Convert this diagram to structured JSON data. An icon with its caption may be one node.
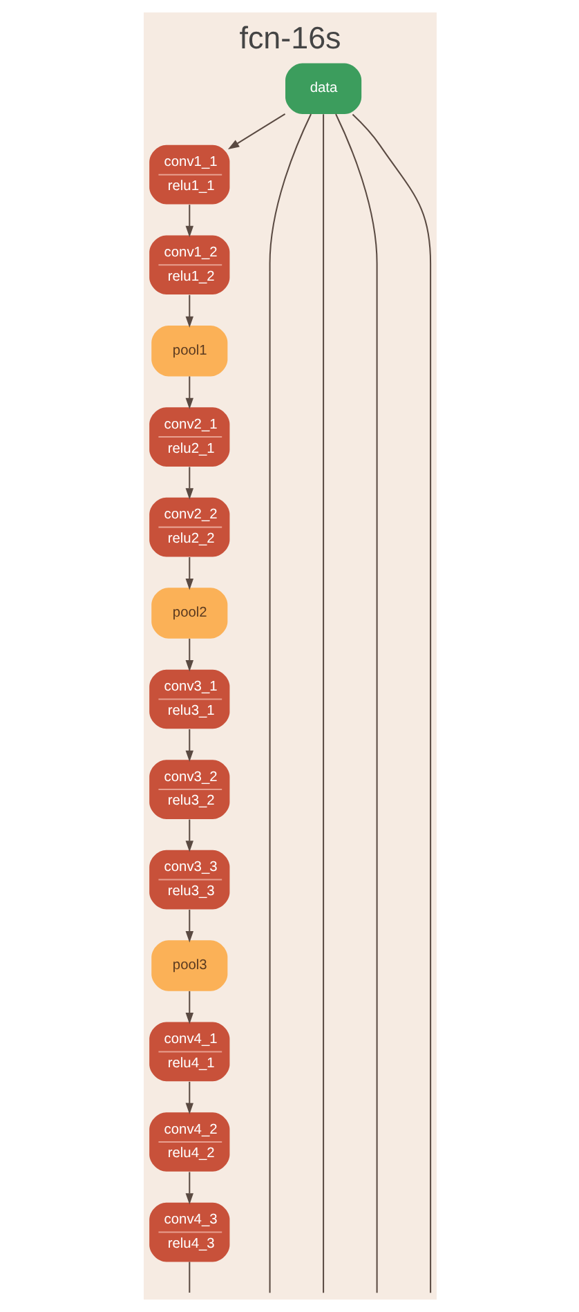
{
  "diagram": {
    "title": "fcn-16s",
    "nodes": [
      {
        "text": [
          "data"
        ]
      },
      {
        "text": [
          "conv1_1",
          "relu1_1"
        ]
      },
      {
        "text": [
          "conv1_2",
          "relu1_2"
        ]
      },
      {
        "text": [
          "pool1"
        ]
      },
      {
        "text": [
          "conv2_1",
          "relu2_1"
        ]
      },
      {
        "text": [
          "conv2_2",
          "relu2_2"
        ]
      },
      {
        "text": [
          "pool2"
        ]
      },
      {
        "text": [
          "conv3_1",
          "relu3_1"
        ]
      },
      {
        "text": [
          "conv3_2",
          "relu3_2"
        ]
      },
      {
        "text": [
          "conv3_3",
          "relu3_3"
        ]
      },
      {
        "text": [
          "pool3"
        ]
      },
      {
        "text": [
          "conv4_1",
          "relu4_1"
        ]
      },
      {
        "text": [
          "conv4_2",
          "relu4_2"
        ]
      },
      {
        "text": [
          "conv4_3",
          "relu4_3"
        ]
      }
    ],
    "edges": [
      {
        "from": 0,
        "to": 1,
        "arrow": "to"
      },
      {
        "from": 1,
        "to": 2,
        "arrow": "to"
      },
      {
        "from": 2,
        "to": 3,
        "arrow": "to"
      },
      {
        "from": 3,
        "to": 4,
        "arrow": "to"
      },
      {
        "from": 4,
        "to": 5,
        "arrow": "to"
      },
      {
        "from": 5,
        "to": 6,
        "arrow": "to"
      },
      {
        "from": 6,
        "to": 7,
        "arrow": "to"
      },
      {
        "from": 7,
        "to": 8,
        "arrow": "to"
      },
      {
        "from": 8,
        "to": 9,
        "arrow": "to"
      },
      {
        "from": 9,
        "to": 10,
        "arrow": "to"
      },
      {
        "from": 10,
        "to": 11,
        "arrow": "to"
      },
      {
        "from": 11,
        "to": 12,
        "arrow": "to"
      },
      {
        "from": 12,
        "to": 13,
        "arrow": "to"
      },
      {
        "from": 13,
        "to": null,
        "arrow": "none"
      },
      {
        "from": 0,
        "to": null,
        "arrow": "none"
      },
      {
        "from": 0,
        "to": null,
        "arrow": "none"
      },
      {
        "from": 0,
        "to": null,
        "arrow": "none"
      },
      {
        "from": 0,
        "to": null,
        "arrow": "none"
      }
    ]
  }
}
